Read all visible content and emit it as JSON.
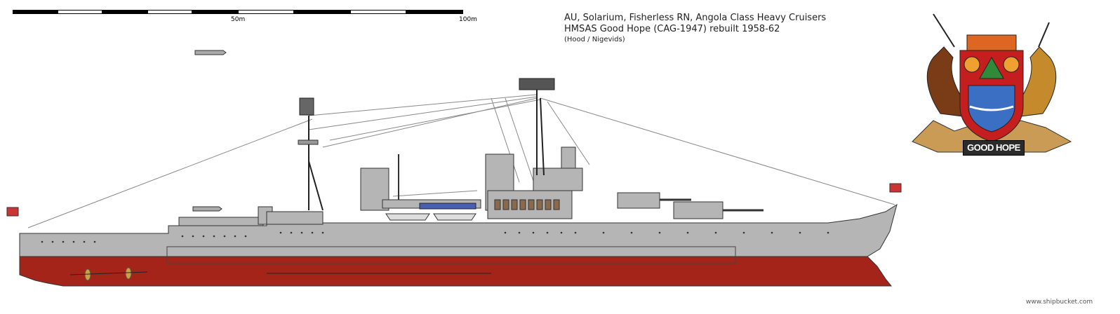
{
  "scale": {
    "label_mid": "50m",
    "label_end": "100m"
  },
  "title": {
    "line1": "AU, Solarium, Fisherless RN, Angola Class Heavy Cruisers",
    "line2": "HMSAS Good Hope (CAG-1947) rebuilt 1958-62",
    "line3": "(Hood / Nigevids)"
  },
  "crest": {
    "motto": "GOOD HOPE"
  },
  "credit": "www.shipbucket.com",
  "colors": {
    "hull_grey": "#b5b5b5",
    "hull_red": "#a4241a",
    "outline": "#333333"
  }
}
